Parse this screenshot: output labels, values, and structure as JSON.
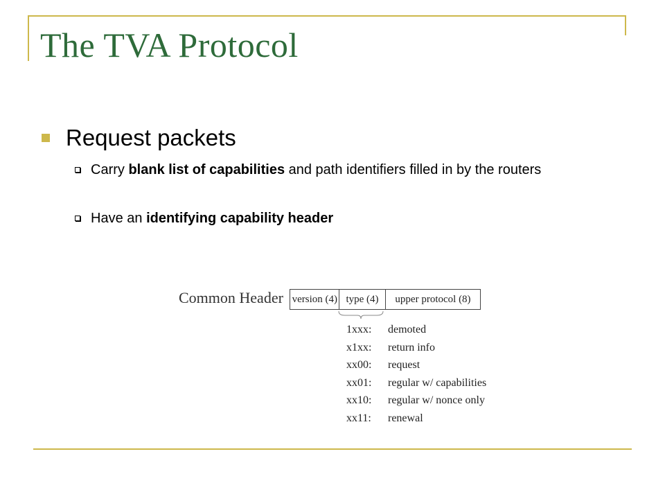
{
  "slide": {
    "title": "The TVA Protocol",
    "bullet": "Request packets",
    "sub_bullets": [
      {
        "pre": "Carry ",
        "bold": "blank list of capabilities",
        "post": " and path identifiers filled in by the routers"
      },
      {
        "pre": "Have an ",
        "bold": "identifying capability header",
        "post": ""
      }
    ]
  },
  "diagram": {
    "label": "Common Header",
    "fields": [
      "version (4)",
      "type (4)",
      "upper protocol (8)"
    ],
    "types": [
      {
        "code": "1xxx:",
        "desc": "demoted"
      },
      {
        "code": "x1xx:",
        "desc": "return info"
      },
      {
        "code": "xx00:",
        "desc": "request"
      },
      {
        "code": "xx01:",
        "desc": "regular w/ capabilities"
      },
      {
        "code": "xx10:",
        "desc": "regular w/ nonce only"
      },
      {
        "code": "xx11:",
        "desc": "renewal"
      }
    ]
  },
  "colors": {
    "title": "#2e6b3a",
    "accent": "#cdb84b"
  }
}
